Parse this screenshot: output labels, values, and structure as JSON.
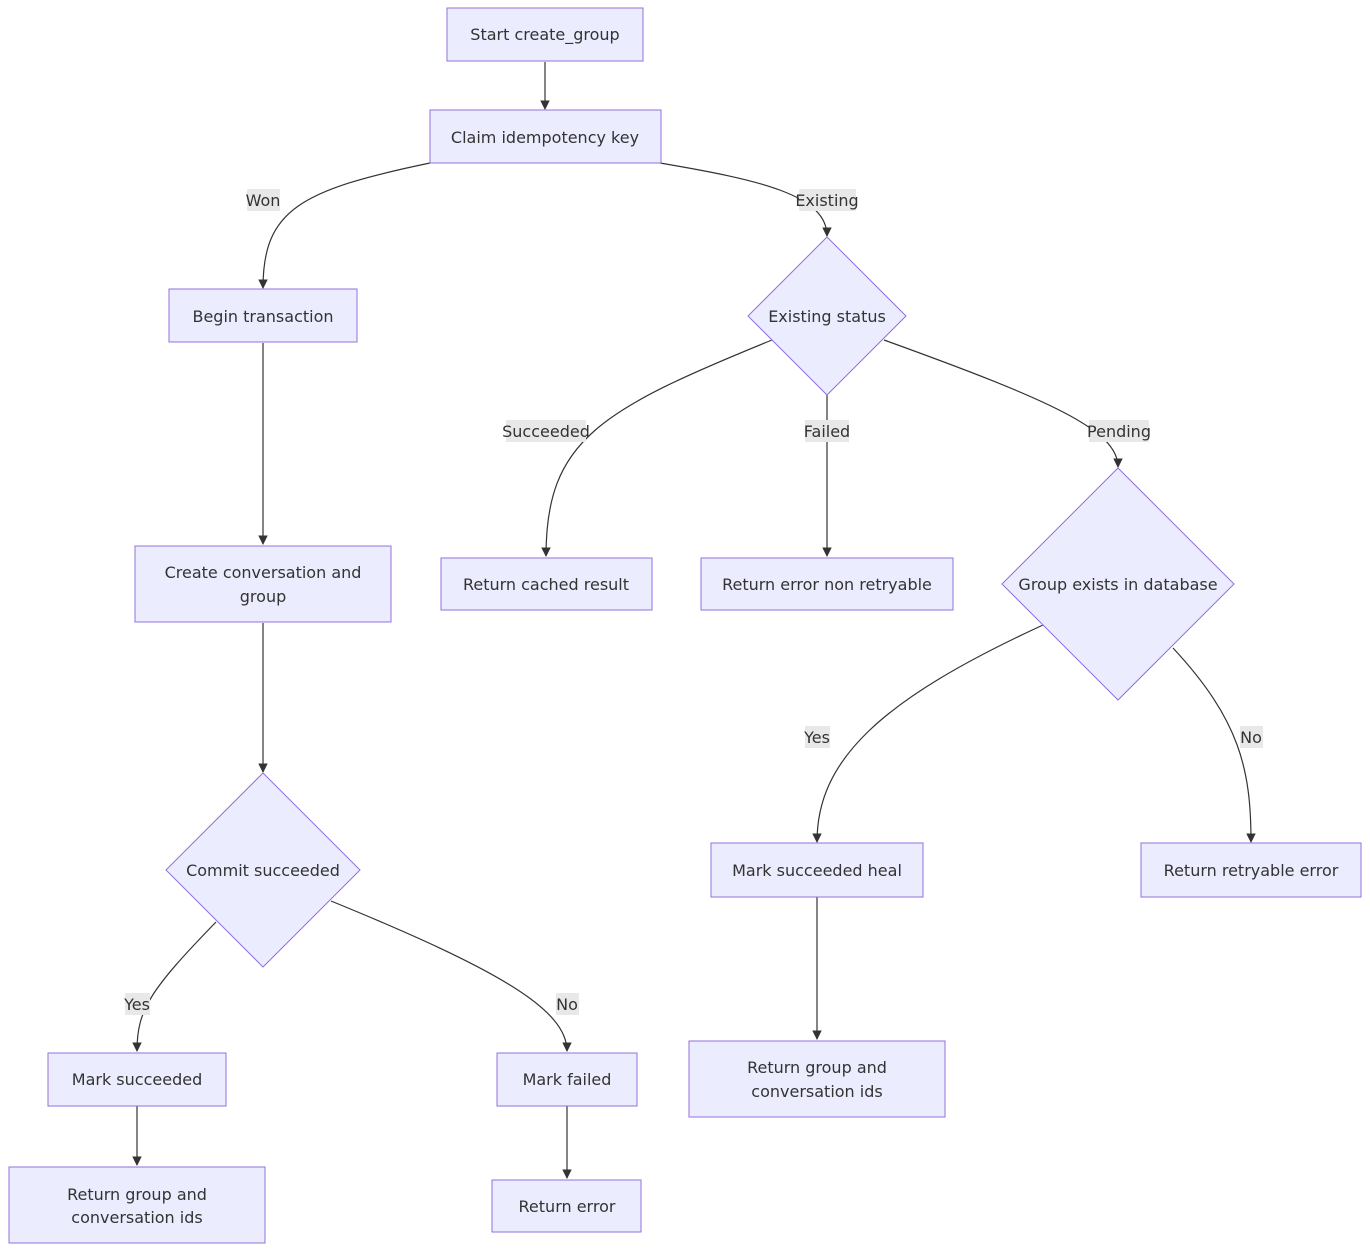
{
  "colors": {
    "node_fill": "#ececff",
    "node_stroke": "#9370db",
    "edge": "#333333",
    "label_bg": "#e8e8e8",
    "text": "#333333"
  },
  "nodes": {
    "start": {
      "lines": [
        "Start create_group"
      ]
    },
    "claim": {
      "lines": [
        "Claim idempotency key"
      ]
    },
    "begin": {
      "lines": [
        "Begin transaction"
      ]
    },
    "existing_status": {
      "lines": [
        "Existing status"
      ]
    },
    "create": {
      "lines": [
        "Create  conversation  and",
        "group"
      ]
    },
    "cached": {
      "lines": [
        "Return cached result"
      ]
    },
    "nonretry": {
      "lines": [
        "Return error non retryable"
      ]
    },
    "group_exists": {
      "lines": [
        "Group exists in database"
      ]
    },
    "commit": {
      "lines": [
        "Commit succeeded"
      ]
    },
    "mark_heal": {
      "lines": [
        "Mark succeeded heal"
      ]
    },
    "retry_err": {
      "lines": [
        "Return retryable error"
      ]
    },
    "return_ids_mid": {
      "lines": [
        "Return  group  and",
        "conversation  ids"
      ]
    },
    "mark_succ": {
      "lines": [
        "Mark succeeded"
      ]
    },
    "mark_failed": {
      "lines": [
        "Mark failed"
      ]
    },
    "return_ids_left": {
      "lines": [
        "Return  group  and",
        "conversation  ids"
      ]
    },
    "return_err": {
      "lines": [
        "Return error"
      ]
    }
  },
  "edge_labels": {
    "won": "Won",
    "existing": "Existing",
    "succeeded": "Succeeded",
    "failed": "Failed",
    "pending": "Pending",
    "yes_group": "Yes",
    "no_group": "No",
    "yes_commit": "Yes",
    "no_commit": "No"
  }
}
